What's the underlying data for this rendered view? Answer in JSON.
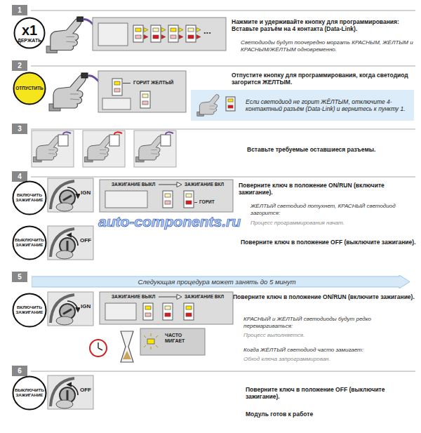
{
  "diagram": {
    "nodes": [
      {
        "text": [
          "1"
        ]
      },
      {
        "text": [
          "x1",
          "ДЕРЖАТЬ"
        ]
      },
      {
        "text": [
          "2"
        ]
      },
      {
        "text": [
          "ОТПУСТИТЬ"
        ]
      },
      {
        "text": [
          "Если светодиод не горит ЖЁЛТЫМ, отключите 4-контактный разъём (Data-Link) и вернитесь к пункту 1."
        ]
      },
      {
        "text": [
          "3"
        ]
      },
      {
        "text": [
          "4"
        ]
      },
      {
        "text": [
          "ВКЛЮЧИТЬ ЗАЖИГАНИЕ"
        ]
      },
      {
        "text": [
          "ВЫКЛЮЧИТЬ ЗАЖИГАНИЕ"
        ]
      },
      {
        "text": [
          "5"
        ]
      },
      {
        "text": [
          "Следующая процедура может занять до 5 минут"
        ]
      },
      {
        "text": [
          "ВКЛЮЧИТЬ ЗАЖИГАНИЕ"
        ]
      },
      {
        "text": [
          "6"
        ]
      },
      {
        "text": [
          "ВЫКЛЮЧИТЬ ЗАЖИГАНИЕ"
        ]
      }
    ],
    "labels": [
      "...",
      "Нажмите и удерживайте кнопку для программирования: Вставьте разъём на 4 контакта (Data-Link).",
      "Светодиоды будут поочередно моргать КРАСНЫМ, ЖЁЛТЫМ и КРАСНЫМ/ЖЁЛТЫМ одновременно.",
      "ГОРИТ ЖЕЛТЫЙ",
      "Отпустите кнопку для программирования, когда светодиод загорится ЖЕЛТЫМ.",
      "Вставьте требуемые оставшиеся разъемы.",
      "IGN",
      "ЗАЖИГАНИЕ ВЫКЛ",
      "ЗАЖИГАНИЕ ВКЛ",
      "ГОРИТ",
      "Поверните ключ в положение ON/RUN (включите зажигание).",
      "ЖЁЛТЫЙ светодиод потухнет, КРАСНЫЙ светодиод загорится:",
      "Процесс программирования начат.",
      "auto-components.ru",
      "OFF",
      "Поверните ключ в положение OFF (выключите зажигание).",
      "IGN",
      "ЗАЖИГАНИЕ ВЫКЛ",
      "ЗАЖИГАНИЕ ВКЛ",
      "ЧАСТО МИГАЕТ",
      "Поверните ключ в положение ON/RUN (включите зажигание).",
      "КРАСНЫЙ и ЖЁЛТЫЙ светодиоды будут редко перемаргиваться:",
      "Процесс выполняется.",
      "Когда ЖЁЛТЫЙ светодиод часто замигает:",
      "Обход ключа запрограммирован.",
      "OFF",
      "Поверните ключ в положение OFF (выключите зажигание).",
      "Модуль готов к работе"
    ]
  }
}
